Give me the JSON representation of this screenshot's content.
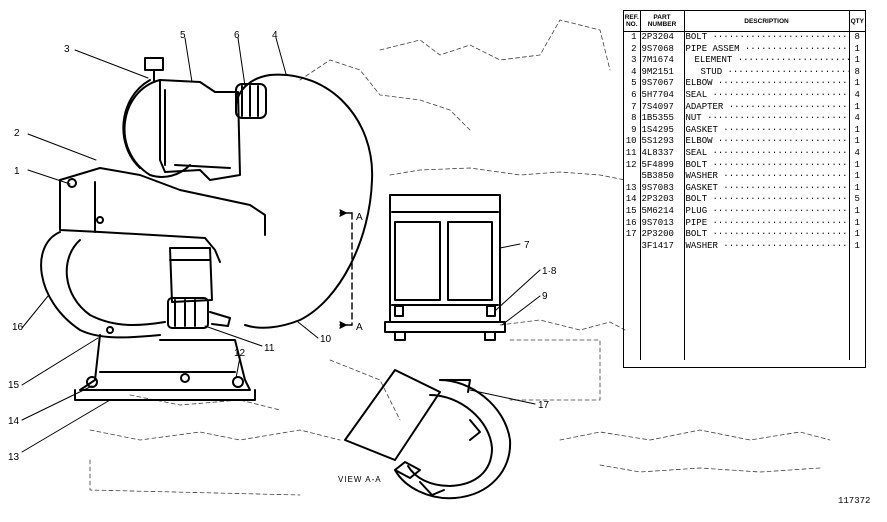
{
  "table": {
    "headers": {
      "ref": "REF. NO.",
      "part": "PART NUMBER",
      "description": "DESCRIPTION",
      "qty": "QTY"
    },
    "rows": [
      {
        "ref": "1",
        "part": "2P3204",
        "description": "BOLT",
        "indent": 0,
        "qty": "8"
      },
      {
        "ref": "2",
        "part": "9S7068",
        "description": "PIPE ASSEM",
        "indent": 0,
        "qty": "1"
      },
      {
        "ref": "3",
        "part": "7M1674",
        "description": "ELEMENT",
        "indent": 1,
        "qty": "1"
      },
      {
        "ref": "4",
        "part": "9M2151",
        "description": "STUD",
        "indent": 2,
        "qty": "8"
      },
      {
        "ref": "5",
        "part": "9S7067",
        "description": "ELBOW",
        "indent": 0,
        "qty": "1"
      },
      {
        "ref": "6",
        "part": "5H7704",
        "description": "SEAL",
        "indent": 0,
        "qty": "4"
      },
      {
        "ref": "7",
        "part": "7S4097",
        "description": "ADAPTER",
        "indent": 0,
        "qty": "1"
      },
      {
        "ref": "8",
        "part": "1B5355",
        "description": "NUT",
        "indent": 0,
        "qty": "4"
      },
      {
        "ref": "9",
        "part": "1S4295",
        "description": "GASKET",
        "indent": 0,
        "qty": "1"
      },
      {
        "ref": "10",
        "part": "5S1293",
        "description": "ELBOW",
        "indent": 0,
        "qty": "1"
      },
      {
        "ref": "11",
        "part": "4L8337",
        "description": "SEAL",
        "indent": 0,
        "qty": "4"
      },
      {
        "ref": "12",
        "part": "5F4899",
        "description": "BOLT",
        "indent": 0,
        "qty": "1"
      },
      {
        "ref": "",
        "part": "5B3850",
        "description": "WASHER",
        "indent": 0,
        "qty": "1"
      },
      {
        "ref": "13",
        "part": "9S7083",
        "description": "GASKET",
        "indent": 0,
        "qty": "1"
      },
      {
        "ref": "14",
        "part": "2P3203",
        "description": "BOLT",
        "indent": 0,
        "qty": "5"
      },
      {
        "ref": "15",
        "part": "5M6214",
        "description": "PLUG",
        "indent": 0,
        "qty": "1"
      },
      {
        "ref": "16",
        "part": "9S7013",
        "description": "PIPE",
        "indent": 0,
        "qty": "1"
      },
      {
        "ref": "17",
        "part": "2P3200",
        "description": "BOLT",
        "indent": 0,
        "qty": "1"
      },
      {
        "ref": "",
        "part": "3F1417",
        "description": "WASHER",
        "indent": 0,
        "qty": "1"
      }
    ]
  },
  "callouts": {
    "c1": "1",
    "c2": "2",
    "c3": "3",
    "c4": "4",
    "c5": "5",
    "c6": "6",
    "c7": "7",
    "c8": "1·8",
    "c9": "9",
    "c10": "10",
    "c11": "11",
    "c12": "12",
    "c13": "13",
    "c14": "14",
    "c15": "15",
    "c16": "16",
    "c17": "17",
    "sectionA_top": "A",
    "sectionA_bottom": "A"
  },
  "view_label": "VIEW A-A",
  "figure_number": "117372"
}
